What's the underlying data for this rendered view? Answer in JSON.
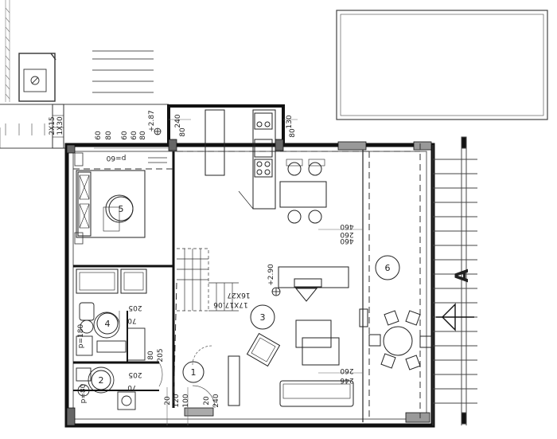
{
  "room_numbers": {
    "r1": "1",
    "r2": "2",
    "r3": "3",
    "r4": "4",
    "r5": "5",
    "r6": "6"
  },
  "labels": {
    "stair_top": "16X27",
    "stair_bottom": "17X17.06",
    "level_main": "+2.90",
    "level_entry": "+2.87",
    "door_p60": "p=60",
    "door_p180": "p=180",
    "door_p80": "p=80",
    "section_mark": "A",
    "entry_2x15": "2X15",
    "entry_1x30": "1X30"
  },
  "dims": {
    "top_60a": "60",
    "top_80a": "80",
    "top_60b": "60",
    "top_60c": "60",
    "top_80b": "80",
    "top_240": "240",
    "top_80c": "80",
    "right_130": "130",
    "right_80": "80",
    "d460a": "460",
    "d260a": "260",
    "d460b": "460",
    "d260b": "260",
    "d246": "246",
    "d205a": "205",
    "d205b": "205",
    "d205c": "205",
    "d70a": "70",
    "d70b": "70",
    "d80": "80",
    "b20a": "20",
    "b120": "120",
    "b100": "100",
    "b20b": "20",
    "b240": "240"
  }
}
